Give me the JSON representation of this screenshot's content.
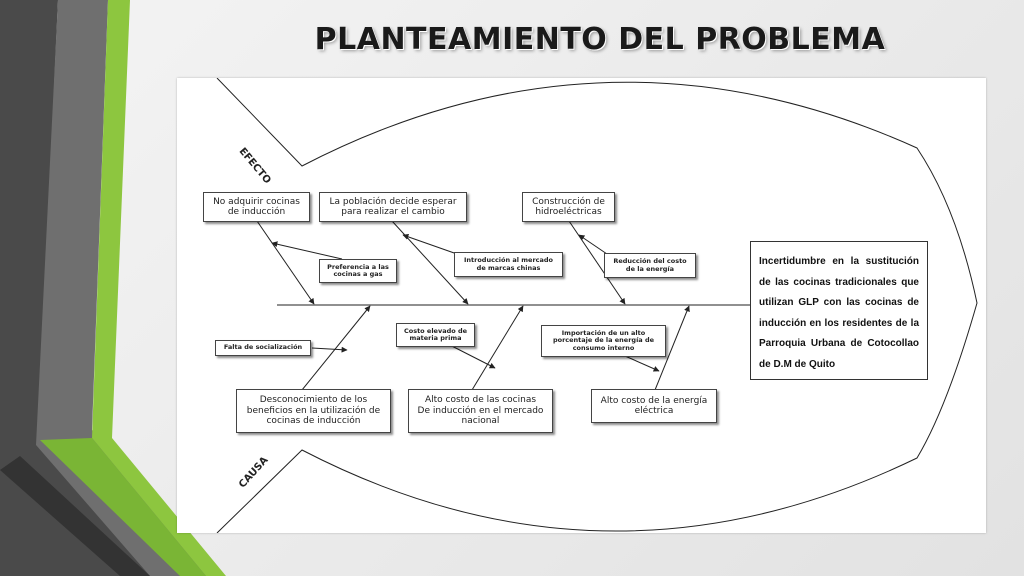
{
  "slide": {
    "title": "PLANTEAMIENTO DEL PROBLEMA",
    "accent_colors": {
      "green": "#8dc63f",
      "gray": "#5a5a5a"
    }
  },
  "diagram": {
    "labels": {
      "effect": "EFECTO",
      "cause": "CAUSA"
    },
    "problem": "Incertidumbre en la sustitución de las cocinas tradicionales que utilizan GLP con las cocinas de inducción en los residentes de la Parroquia Urbana de Cotocollao de D.M de Quito",
    "effects": [
      "No adquirir cocinas\nde inducción",
      "La población decide esperar\npara realizar el cambio",
      "Construcción de\nhidroeléctricas"
    ],
    "effect_subs": [
      "Preferencia a las\ncocinas a gas",
      "Introducción al mercado\nde marcas chinas",
      "Reducción del costo\nde la energía"
    ],
    "causes": [
      "Desconocimiento de los\nbeneficios en la utilización de\ncocinas de inducción",
      "Alto costo de las cocinas\nDe inducción en el mercado\nnacional",
      "Alto costo de la energía\neléctrica"
    ],
    "cause_subs": [
      "Falta de socialización",
      "Costo elevado de\nmateria prima",
      "Importación de un alto\nporcentaje de la energía de\nconsumo interno"
    ]
  }
}
